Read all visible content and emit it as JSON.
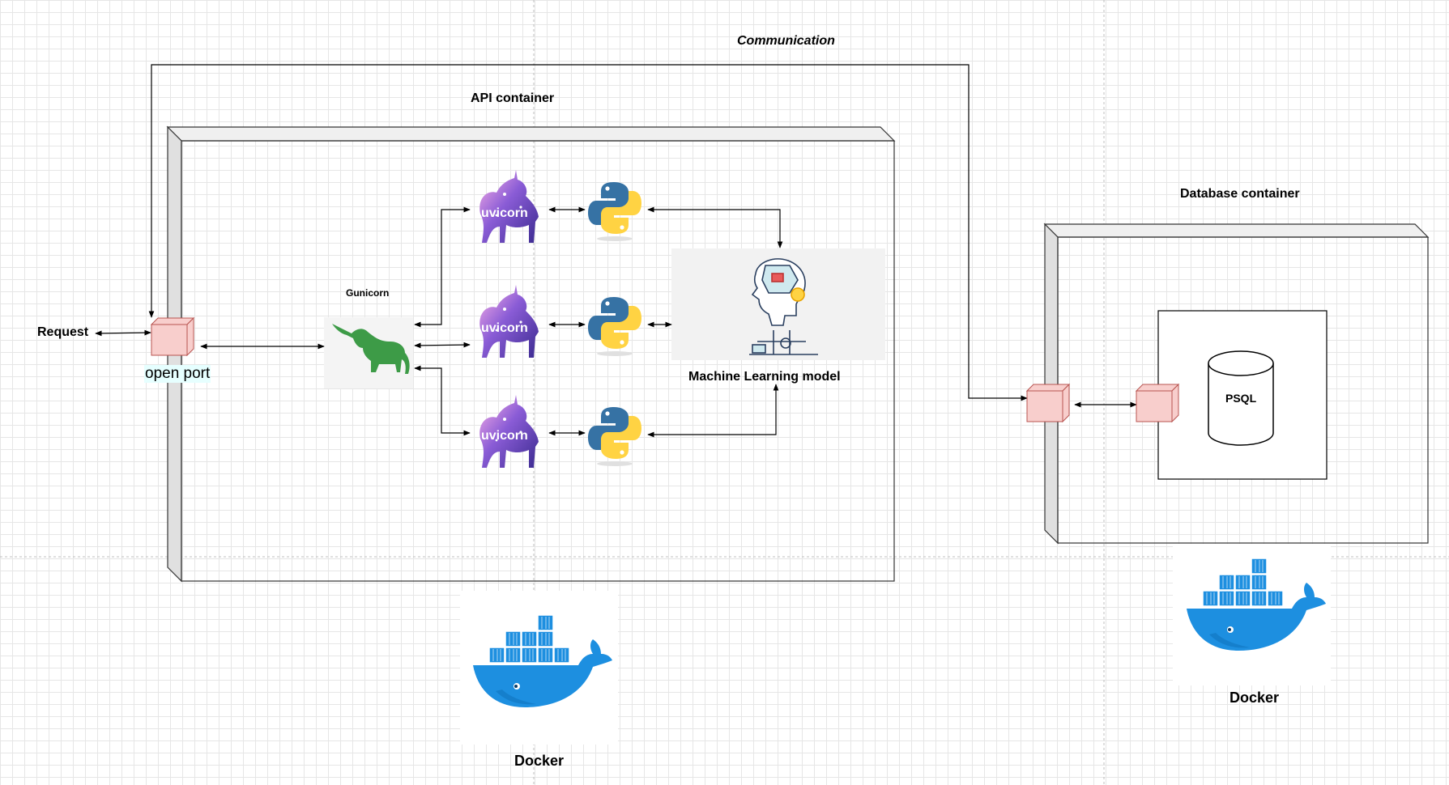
{
  "labels": {
    "communication": "Communication",
    "api_container": "API container",
    "database_container": "Database container",
    "request": "Request",
    "open_port": "open port",
    "gunicorn": "Gunicorn",
    "uvicorn": "uvicorn",
    "ml_model": "Machine Learning model",
    "psql": "PSQL",
    "docker": "Docker"
  },
  "icons": {
    "gunicorn": "gunicorn-unicorn-icon",
    "uvicorn": "uvicorn-unicorn-icon",
    "python": "python-logo-icon",
    "ml_model": "ai-robot-head-icon",
    "docker": "docker-whale-icon",
    "port": "port-cube-icon",
    "database": "database-cylinder-icon"
  },
  "colors": {
    "port_fill": "#f8cecc",
    "port_stroke": "#b85450",
    "gunicorn_green": "#3d9b47",
    "docker_blue": "#1d8fe0",
    "python_blue": "#3672a4",
    "python_yellow": "#ffd343",
    "uvicorn_purple": "#7b4fc7"
  }
}
